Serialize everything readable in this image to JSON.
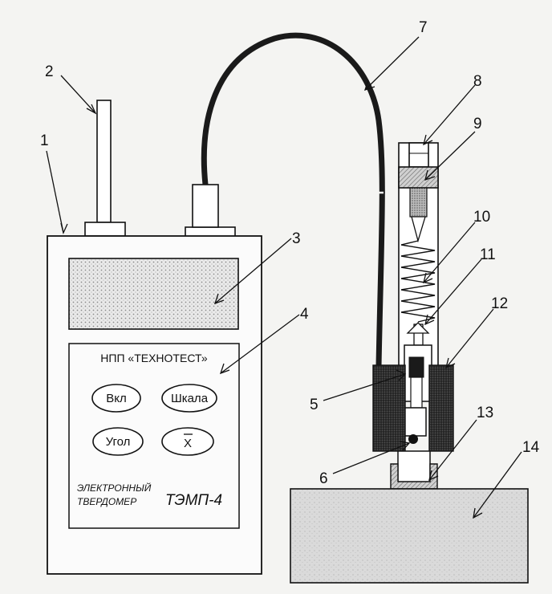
{
  "device": {
    "maker_label": "НПП «ТЕХНОТЕСТ»",
    "product_line1": "ЭЛЕКТРОННЫЙ",
    "product_line2": "ТВЕРДОМЕР",
    "model": "ТЭМП-4",
    "buttons": {
      "power": "Вкл",
      "scale": "Шкала",
      "angle": "Угол",
      "mean": "X"
    }
  },
  "callouts": [
    "1",
    "2",
    "3",
    "4",
    "5",
    "6",
    "7",
    "8",
    "9",
    "10",
    "11",
    "12",
    "13",
    "14"
  ],
  "colors": {
    "line": "#111111",
    "cable": "#1a1a1a",
    "specimen": "#dcdcdc",
    "sleeve": "#3a3a3a"
  }
}
